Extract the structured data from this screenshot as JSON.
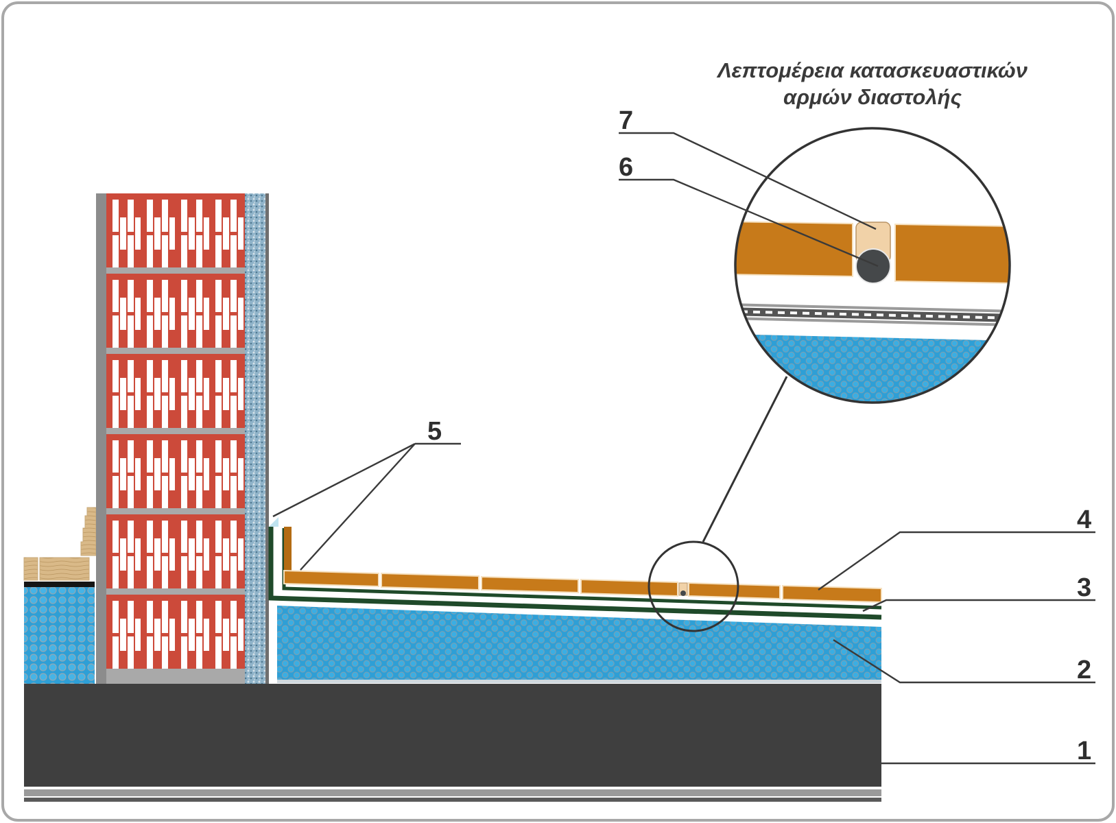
{
  "title": {
    "line1": "Λεπτομέρεια κατασκευαστικών",
    "line2": "αρμών διαστολής"
  },
  "callouts": {
    "c1": "1",
    "c2": "2",
    "c3": "3",
    "c4": "4",
    "c5": "5",
    "c6": "6",
    "c7": "7"
  },
  "colors": {
    "frame": "#a8a8a8",
    "slab": "#3f3f3f",
    "brick": "#cc4a3a",
    "mortar": "#a9a9a9",
    "insulation": "#2e9fd6",
    "membrane": "#1f4a2a",
    "tile": "#c77a1a",
    "sealant": "#f1d2a8",
    "backer_rod": "#45484a"
  }
}
